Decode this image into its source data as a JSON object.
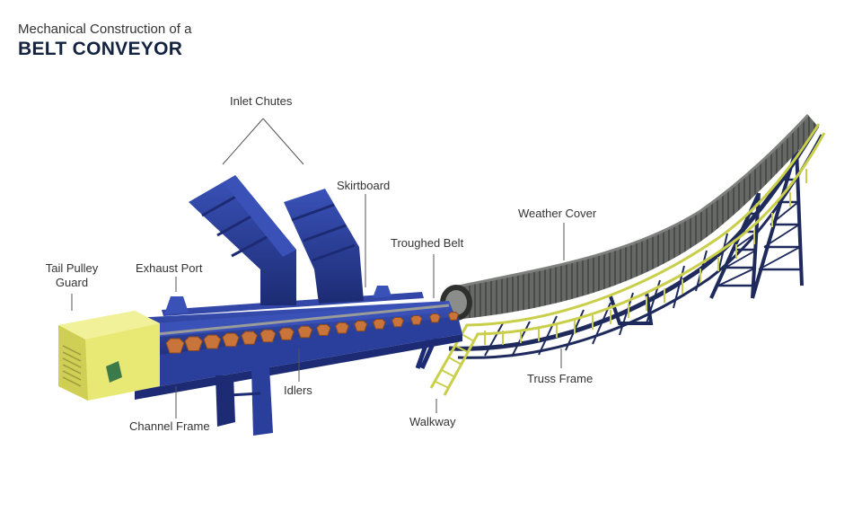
{
  "header": {
    "subtitle": "Mechanical Construction of a",
    "title": "BELT CONVEYOR"
  },
  "labels": {
    "inlet_chutes": "Inlet Chutes",
    "skirtboard": "Skirtboard",
    "weather_cover": "Weather Cover",
    "troughed_belt": "Troughed Belt",
    "tail_pulley_guard_line1": "Tail Pulley",
    "tail_pulley_guard_line2": "Guard",
    "exhaust_port": "Exhaust Port",
    "idlers": "Idlers",
    "channel_frame": "Channel Frame",
    "walkway": "Walkway",
    "truss_frame": "Truss Frame"
  },
  "colors": {
    "frame_blue": "#2a3f9c",
    "frame_blue_dark": "#1c2b73",
    "idler_orange": "#c9743a",
    "guard_yellow": "#e8e874",
    "walkway_yellow": "#c9cf4a",
    "truss_dark": "#1e2a5c",
    "cover_grey": "#5c5f5c",
    "title_navy": "#14233f"
  }
}
